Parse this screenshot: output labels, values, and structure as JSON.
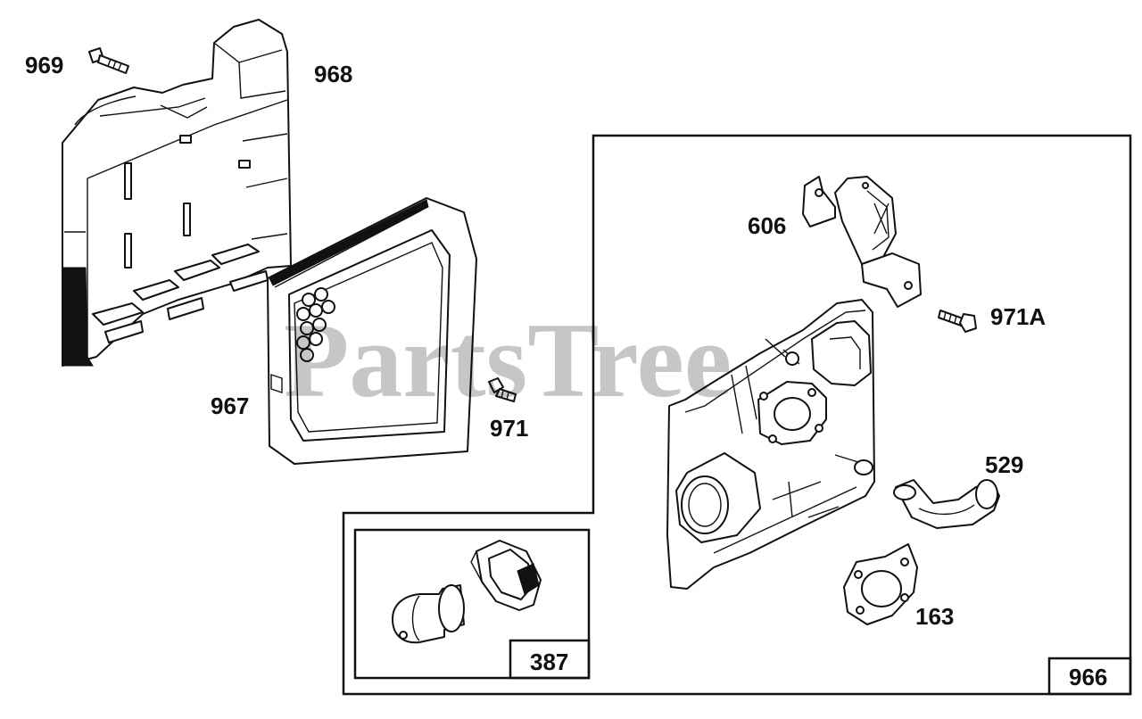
{
  "diagram": {
    "watermark": "PartsTree",
    "part_labels": {
      "p969": "969",
      "p968": "968",
      "p967": "967",
      "p971": "971",
      "p606": "606",
      "p971a": "971A",
      "p529": "529",
      "p163": "163",
      "p387": "387",
      "p966": "966"
    }
  }
}
